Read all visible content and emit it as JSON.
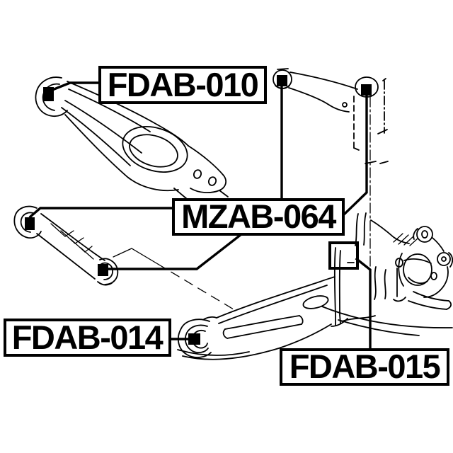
{
  "page": {
    "background_color": "#ffffff",
    "line_color": "#000000",
    "description_text": ""
  },
  "diagram": {
    "type": "technical-parts-diagram",
    "labels": [
      {
        "id": "fdab-010",
        "text": "FDAB-010"
      },
      {
        "id": "mzab-064",
        "text": "MZAB-064"
      },
      {
        "id": "fdab-014",
        "text": "FDAB-014"
      },
      {
        "id": "fdab-015",
        "text": "FDAB-015"
      }
    ],
    "markers": {
      "bushing_marker_shape": "filled-square",
      "bushing_marker_color": "#000000",
      "bushing_marker_count": 6,
      "target_marker_shape": "open-rectangle",
      "leader_line_count": 7
    }
  }
}
